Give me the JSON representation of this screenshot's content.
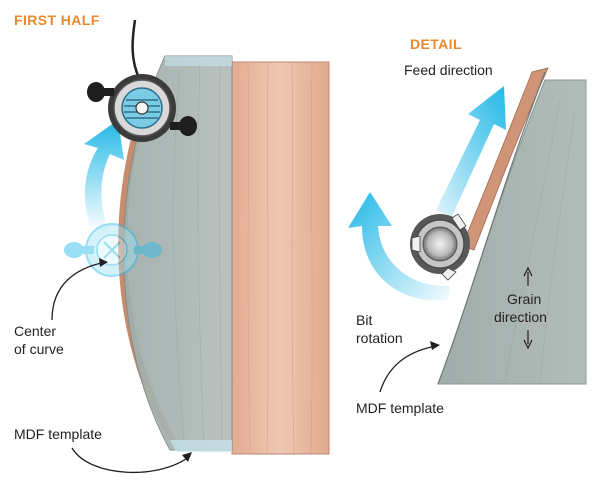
{
  "left_panel": {
    "heading": "FIRST HALF",
    "center_label_line1": "Center",
    "center_label_line2": "of curve",
    "template_label": "MDF template"
  },
  "right_panel": {
    "heading": "DETAIL",
    "feed_label": "Feed direction",
    "bit_label_line1": "Bit",
    "bit_label_line2": "rotation",
    "grain_label_line1": "Grain",
    "grain_label_line2": "direction",
    "template_label": "MDF template"
  },
  "colors": {
    "heading": "#e8892b",
    "wood": "#e7b9a1",
    "template": "#a9b5b1",
    "arrow": "#22b8e6",
    "text": "#231f20"
  }
}
